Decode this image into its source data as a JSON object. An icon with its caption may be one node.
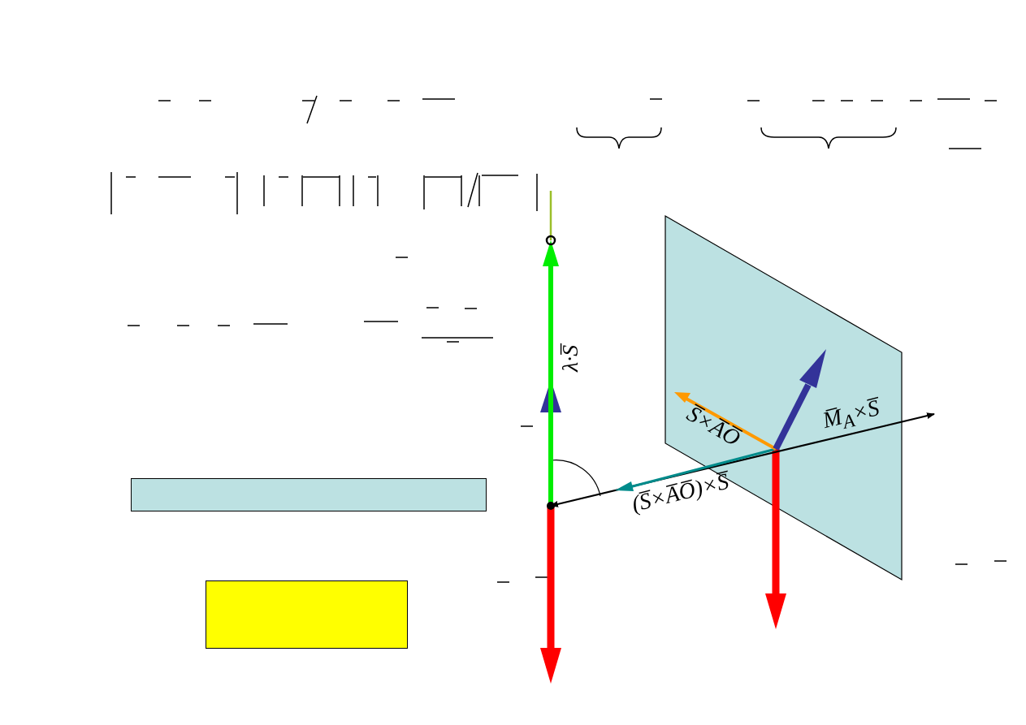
{
  "diagram": {
    "nodes": [
      {
        "text": [],
        "shape": "box"
      },
      {
        "text": [],
        "shape": "box"
      }
    ],
    "edges": [],
    "labels": [
      "λ·S̅",
      "S̅×A̅O̅",
      "M̅$_{A}$×S̅",
      "(S̅×A̅O̅)×S̅"
    ]
  }
}
